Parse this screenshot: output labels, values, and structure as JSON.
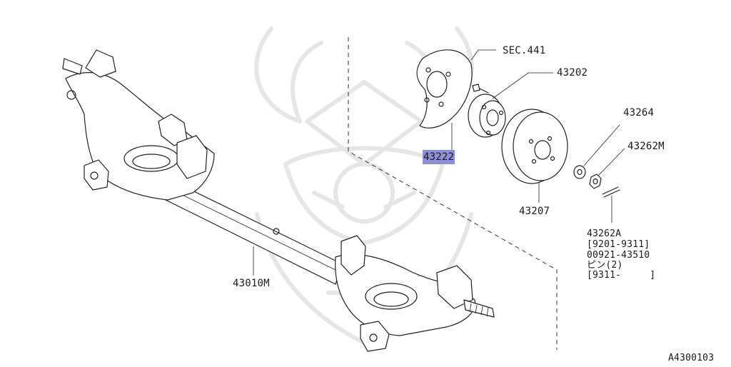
{
  "diagram": {
    "labels": {
      "sec441": "SEC.441",
      "p43202": "43202",
      "p43264": "43264",
      "p43262m": "43262M",
      "p43222": "43222",
      "p43207": "43207",
      "p43010m": "43010M",
      "p43262a": "43262A",
      "range1": "[9201-9311]",
      "p00921": "00921-43510",
      "pin_note": "ピン(2)",
      "range2": "[9311-     ]",
      "ref_code": "A4300103"
    },
    "highlighted_part": "43222",
    "colors": {
      "highlight": "#8f8fd8",
      "ink": "#222222",
      "watermark": "#e6e6e6"
    }
  }
}
